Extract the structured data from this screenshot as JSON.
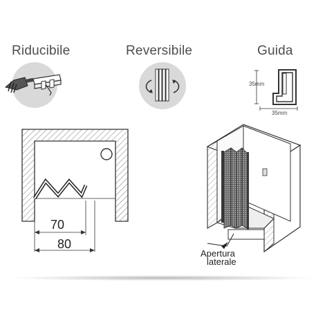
{
  "features": {
    "riducibile": "Riducibile",
    "reversibile": "Reversibile",
    "guida": "Guida"
  },
  "guide_profile": {
    "height_label": "35mm",
    "width_label": "35mm"
  },
  "plan_view": {
    "dim_inner": "70",
    "dim_outer": "80"
  },
  "perspective_view": {
    "opening_line1": "Apertura",
    "opening_line2": "laterale"
  },
  "colors": {
    "line": "#333333",
    "hatch": "#777777",
    "circle_icon": "#d9d9d9",
    "frame_dark": "#3a3a3a",
    "text": "#4d4d4d"
  }
}
